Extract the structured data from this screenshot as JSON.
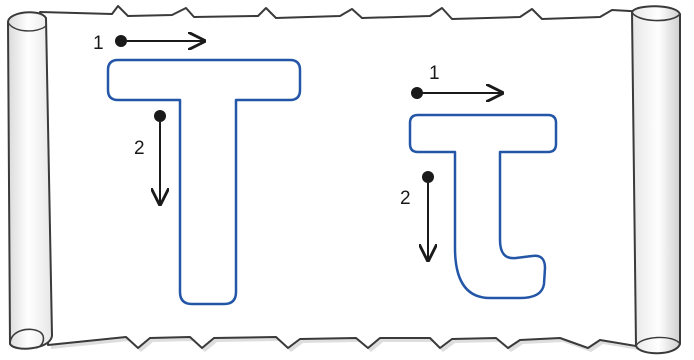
{
  "worksheet": {
    "letters": [
      {
        "glyph": "T",
        "case": "uppercase"
      },
      {
        "glyph": "τ",
        "case": "lowercase"
      }
    ],
    "strokes": {
      "uppercase": [
        {
          "label": "1",
          "direction": "right"
        },
        {
          "label": "2",
          "direction": "down"
        }
      ],
      "lowercase": [
        {
          "label": "1",
          "direction": "right"
        },
        {
          "label": "2",
          "direction": "down"
        }
      ]
    }
  },
  "colors": {
    "letter_outline": "#2456a8",
    "scroll_outline": "#3a3a3a",
    "scroll_shadow": "#9c9c9c",
    "arrow": "#1a1a1a"
  }
}
